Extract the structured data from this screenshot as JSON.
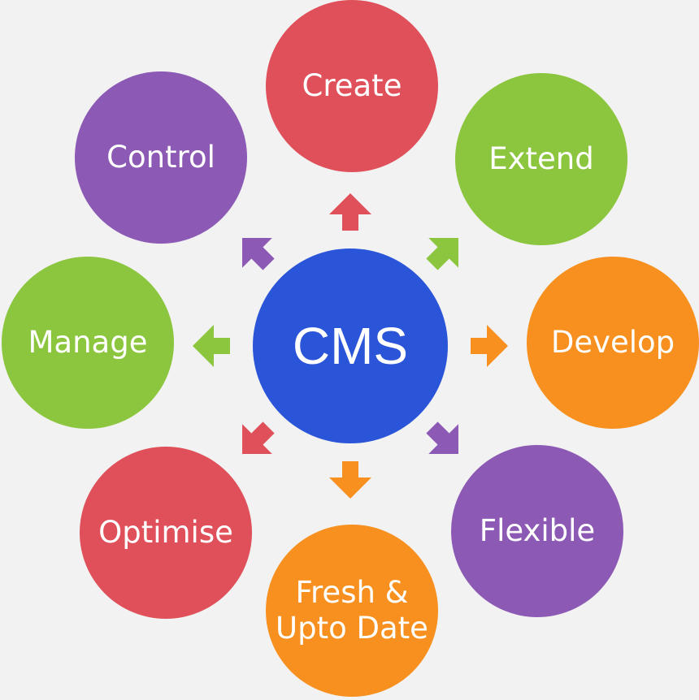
{
  "center": {
    "label": "CMS",
    "color": "#2b55d9"
  },
  "nodes": [
    {
      "id": "create",
      "label": "Create",
      "color": "#e0505a"
    },
    {
      "id": "extend",
      "label": "Extend",
      "color": "#8cc63f"
    },
    {
      "id": "develop",
      "label": "Develop",
      "color": "#f7901e"
    },
    {
      "id": "flexible",
      "label": "Flexible",
      "color": "#8c5ab4"
    },
    {
      "id": "fresh",
      "label": "Fresh &\nUpto Date",
      "color": "#f7901e"
    },
    {
      "id": "optimise",
      "label": "Optimise",
      "color": "#e0505a"
    },
    {
      "id": "manage",
      "label": "Manage",
      "color": "#8cc63f"
    },
    {
      "id": "control",
      "label": "Control",
      "color": "#8c5ab4"
    }
  ],
  "arrows": [
    {
      "id": "arrow-up",
      "color": "#e0505a"
    },
    {
      "id": "arrow-up-right",
      "color": "#8cc63f"
    },
    {
      "id": "arrow-right",
      "color": "#f7901e"
    },
    {
      "id": "arrow-down-right",
      "color": "#8c5ab4"
    },
    {
      "id": "arrow-down",
      "color": "#f7901e"
    },
    {
      "id": "arrow-down-left",
      "color": "#e0505a"
    },
    {
      "id": "arrow-left",
      "color": "#8cc63f"
    },
    {
      "id": "arrow-up-left",
      "color": "#8c5ab4"
    }
  ]
}
